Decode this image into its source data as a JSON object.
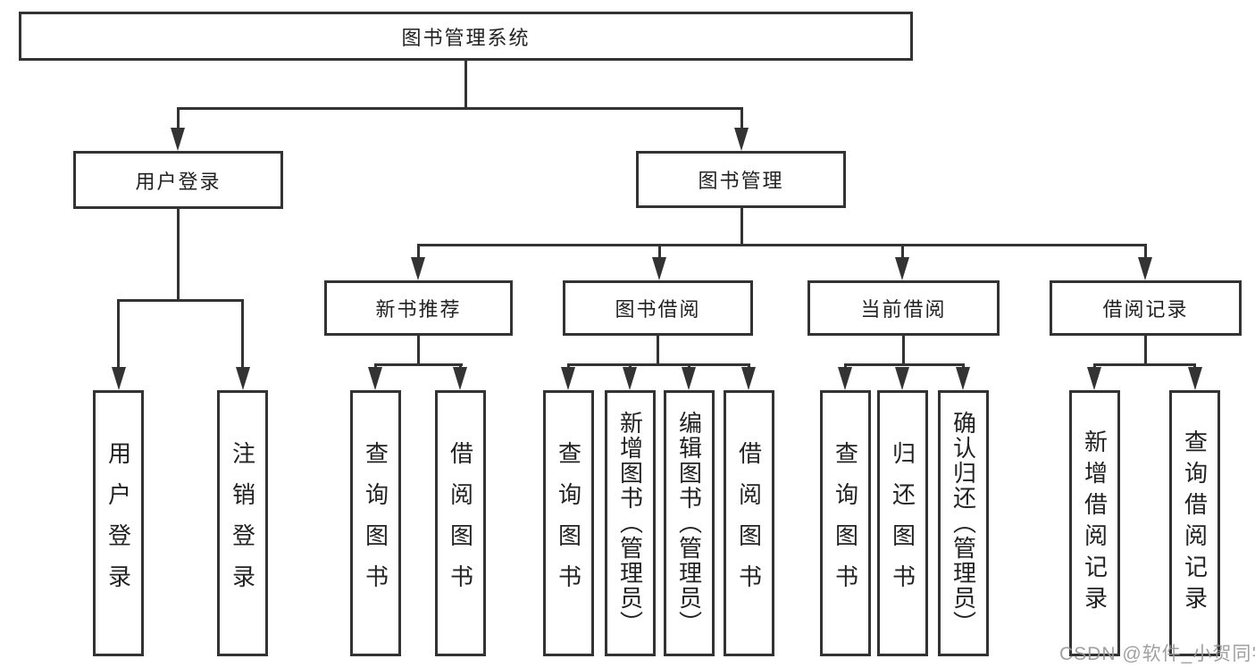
{
  "diagram": {
    "title": "图书管理系统",
    "level2": {
      "user_login": "用户登录",
      "book_mgmt": "图书管理"
    },
    "level3": {
      "new_rec": "新书推荐",
      "borrow": "图书借阅",
      "current": "当前借阅",
      "records": "借阅记录"
    },
    "leaves": {
      "login_user": "用户登录",
      "login_logout": "注销登录",
      "rec_query": "查询图书",
      "rec_borrow": "借阅图书",
      "bb_query": "查询图书",
      "bb_add": "新增图书（管理员）",
      "bb_edit": "编辑图书（管理员）",
      "bb_borrow": "借阅图书",
      "cb_query": "查询图书",
      "cb_return": "归还图书",
      "cb_confirm": "确认归还（管理员）",
      "br_add": "新增借阅记录",
      "br_query": "查询借阅记录"
    }
  },
  "watermark": "CSDN @软件_小贺同学",
  "colors": {
    "line": "#333333",
    "text": "#222222",
    "watermark": "#969696",
    "background": "#ffffff"
  }
}
